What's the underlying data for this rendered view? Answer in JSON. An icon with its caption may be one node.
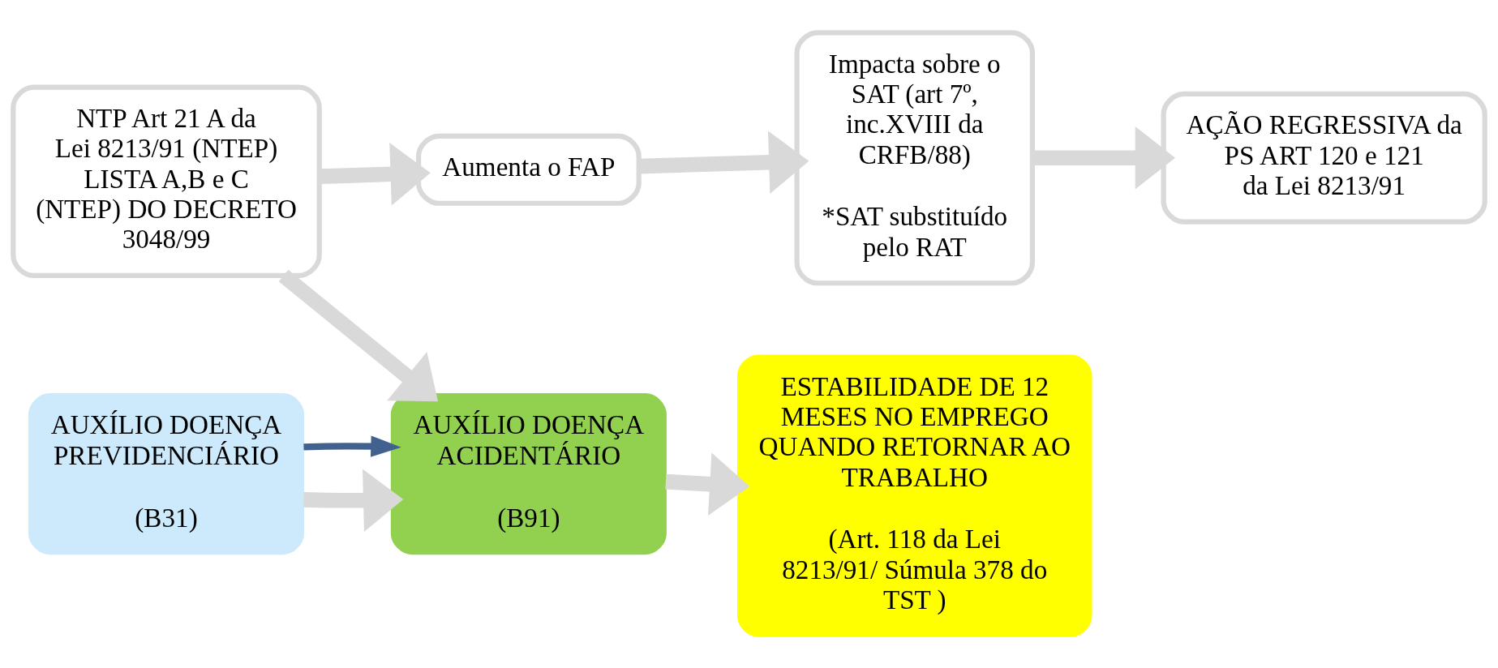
{
  "diagram": {
    "nodes": [
      {
        "text": [
          "NTP Art 21 A da Lei 8213/91 (NTEP) LISTA A,B e C (NTEP) DO DECRETO 3048/99"
        ]
      },
      {
        "text": [
          "Aumenta o FAP"
        ]
      },
      {
        "text": [
          "Impacta sobre o SAT (art 7º, inc.XVIII da CRFB/88)",
          "*SAT substituído pelo RAT"
        ]
      },
      {
        "text": [
          "AÇÃO REGRESSIVA da PS ART 120 e 121 da Lei 8213/91"
        ]
      },
      {
        "text": [
          "AUXÍLIO DOENÇA PREVIDENCIÁRIO",
          "(B31)"
        ]
      },
      {
        "text": [
          "AUXÍLIO DOENÇA ACIDENTÁRIO",
          "(B91)"
        ]
      },
      {
        "text": [
          "ESTABILIDADE DE 12 MESES NO EMPREGO QUANDO RETORNAR AO TRABALHO",
          "(Art. 118 da Lei 8213/91/ Súmula 378 do TST )"
        ]
      }
    ],
    "edges": [
      {
        "from": 0,
        "to": 1,
        "arrow": "to"
      },
      {
        "from": 1,
        "to": 2,
        "arrow": "to"
      },
      {
        "from": 2,
        "to": 3,
        "arrow": "to"
      },
      {
        "from": 4,
        "to": 5,
        "arrow": "to"
      },
      {
        "from": 0,
        "to": 5,
        "arrow": "to"
      },
      {
        "from": 4,
        "to": 5,
        "arrow": "to",
        "color": "#41618f"
      },
      {
        "from": 5,
        "to": 6,
        "arrow": "to"
      }
    ]
  }
}
